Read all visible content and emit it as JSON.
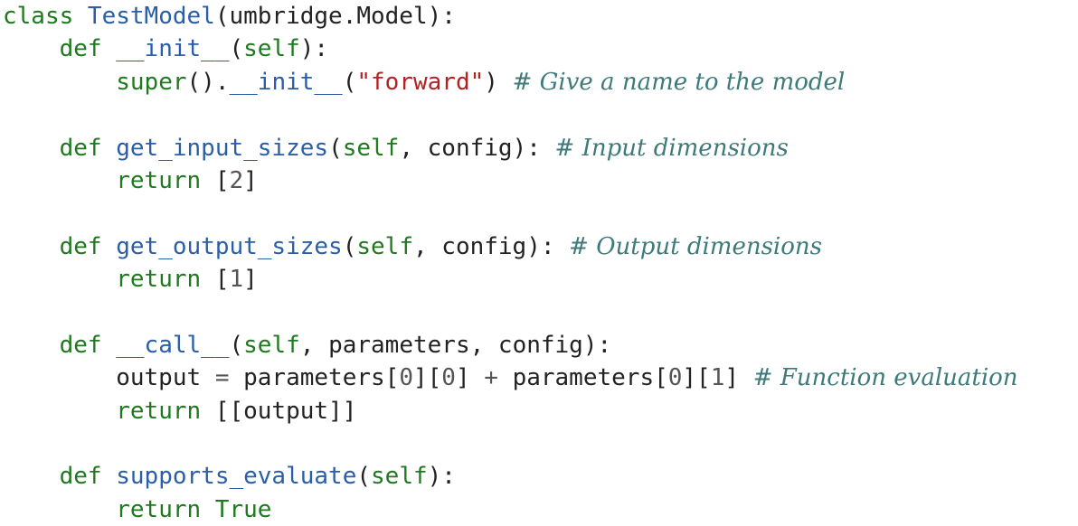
{
  "code": {
    "lines": [
      [
        [
          "kw",
          "class "
        ],
        [
          "fn",
          "TestModel"
        ],
        [
          "plain",
          "(umbridge.Model):"
        ]
      ],
      [
        [
          "plain",
          "    "
        ],
        [
          "kw",
          "def "
        ],
        [
          "fn",
          "__init__"
        ],
        [
          "plain",
          "("
        ],
        [
          "kw",
          "self"
        ],
        [
          "plain",
          "):"
        ]
      ],
      [
        [
          "plain",
          "        "
        ],
        [
          "kw",
          "super"
        ],
        [
          "plain",
          "()."
        ],
        [
          "fn",
          "__init__"
        ],
        [
          "plain",
          "("
        ],
        [
          "str",
          "\"forward\""
        ],
        [
          "plain",
          ") "
        ],
        [
          "cm",
          "# Give a name to the model"
        ]
      ],
      [],
      [
        [
          "plain",
          "    "
        ],
        [
          "kw",
          "def "
        ],
        [
          "fn",
          "get_input_sizes"
        ],
        [
          "plain",
          "("
        ],
        [
          "kw",
          "self"
        ],
        [
          "plain",
          ", config): "
        ],
        [
          "cm",
          "# Input dimensions"
        ]
      ],
      [
        [
          "plain",
          "        "
        ],
        [
          "kw",
          "return "
        ],
        [
          "plain",
          "["
        ],
        [
          "dim",
          "2"
        ],
        [
          "plain",
          "]"
        ]
      ],
      [],
      [
        [
          "plain",
          "    "
        ],
        [
          "kw",
          "def "
        ],
        [
          "fn",
          "get_output_sizes"
        ],
        [
          "plain",
          "("
        ],
        [
          "kw",
          "self"
        ],
        [
          "plain",
          ", config): "
        ],
        [
          "cm",
          "# Output dimensions"
        ]
      ],
      [
        [
          "plain",
          "        "
        ],
        [
          "kw",
          "return "
        ],
        [
          "plain",
          "["
        ],
        [
          "dim",
          "1"
        ],
        [
          "plain",
          "]"
        ]
      ],
      [],
      [
        [
          "plain",
          "    "
        ],
        [
          "kw",
          "def "
        ],
        [
          "fn",
          "__call__"
        ],
        [
          "plain",
          "("
        ],
        [
          "kw",
          "self"
        ],
        [
          "plain",
          ", parameters, config):"
        ]
      ],
      [
        [
          "plain",
          "        output "
        ],
        [
          "dim",
          "= "
        ],
        [
          "plain",
          "parameters["
        ],
        [
          "dim",
          "0"
        ],
        [
          "plain",
          "]["
        ],
        [
          "dim",
          "0"
        ],
        [
          "plain",
          "] "
        ],
        [
          "dim",
          "+ "
        ],
        [
          "plain",
          "parameters["
        ],
        [
          "dim",
          "0"
        ],
        [
          "plain",
          "]["
        ],
        [
          "dim",
          "1"
        ],
        [
          "plain",
          "] "
        ],
        [
          "cm",
          "# Function evaluation"
        ]
      ],
      [
        [
          "plain",
          "        "
        ],
        [
          "kw",
          "return "
        ],
        [
          "plain",
          "[[output]]"
        ]
      ],
      [],
      [
        [
          "plain",
          "    "
        ],
        [
          "kw",
          "def "
        ],
        [
          "fn",
          "supports_evaluate"
        ],
        [
          "plain",
          "("
        ],
        [
          "kw",
          "self"
        ],
        [
          "plain",
          "):"
        ]
      ],
      [
        [
          "plain",
          "        "
        ],
        [
          "kw",
          "return True"
        ]
      ]
    ]
  },
  "colors": {
    "keyword": "#1f7a1f",
    "function": "#2a5ea8",
    "string": "#b22222",
    "comment": "#3d7a7a",
    "text": "#222222",
    "background": "#ffffff"
  }
}
